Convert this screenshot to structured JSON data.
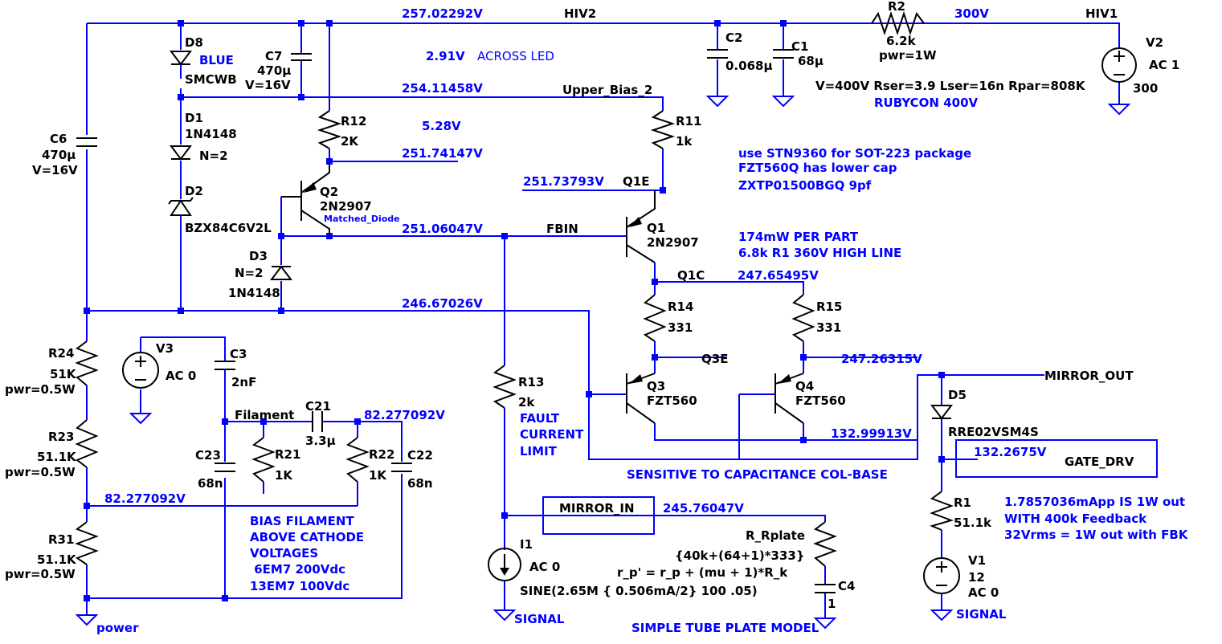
{
  "nodes": {
    "hiv2_v": "257.02292V",
    "hiv2": "HIV2",
    "v300": "300V",
    "hiv1": "HIV1",
    "across_v": "2.91V",
    "across": "ACROSS LED",
    "ub_v": "254.11458V",
    "ub": "Upper_Bias_2",
    "v528": "5.28V",
    "n251_74": "251.74147V",
    "q1e_v": "251.73793V",
    "q1e": "Q1E",
    "fbin_v": "251.06047V",
    "fbin": "FBIN",
    "q1c": "Q1C",
    "q1c_v": "247.65495V",
    "n246": "246.67026V",
    "q3e": "Q3E",
    "n247_26": "247.26315V",
    "mirror_out": "MIRROR_OUT",
    "n132_99": "132.99913V",
    "n132_26": "132.2675V",
    "gate_drv": "GATE_DRV",
    "filament": "Filament",
    "fil_v": "82.277092V",
    "mid_v": "82.277092V",
    "mirror_in": "MIRROR_IN",
    "n245": "245.76047V",
    "power": "power",
    "signal": "SIGNAL"
  },
  "components": {
    "d8": [
      "D8",
      "BLUE",
      "SMCWB"
    ],
    "d1": [
      "D1",
      "1N4148",
      "N=2"
    ],
    "d2": [
      "D2",
      "BZX84C6V2L"
    ],
    "d3": [
      "D3",
      "N=2",
      "1N4148"
    ],
    "d5": [
      "D5",
      "RRE02VSM4S"
    ],
    "c7": [
      "C7",
      "470µ",
      "V=16V"
    ],
    "c6": [
      "C6",
      "470µ",
      "V=16V"
    ],
    "c2": [
      "C2",
      "0.068µ"
    ],
    "c1": [
      "C1",
      "68µ"
    ],
    "r2": [
      "R2",
      "6.2k",
      "pwr=1W"
    ],
    "v2": [
      "V2",
      "AC 1",
      "300"
    ],
    "c1_model": "V=400V Rser=3.9 Lser=16n Rpar=808K",
    "c1_brand": "RUBYCON 400V",
    "r12": [
      "R12",
      "2K"
    ],
    "r11": [
      "R11",
      "1k"
    ],
    "q2": [
      "Q2",
      "2N2907",
      "Matched_Diode"
    ],
    "q1": [
      "Q1",
      "2N2907"
    ],
    "r14": [
      "R14",
      "331"
    ],
    "r15": [
      "R15",
      "331"
    ],
    "q3": [
      "Q3",
      "FZT560"
    ],
    "q4": [
      "Q4",
      "FZT560"
    ],
    "r13": [
      "R13",
      "2k"
    ],
    "i1": [
      "I1",
      "AC 0"
    ],
    "i1_sine": "SINE(2.65M { 0.506mA/2} 100 .05)",
    "v3": [
      "V3",
      "AC 0"
    ],
    "c3": [
      "C3",
      "2nF"
    ],
    "c21": [
      "C21",
      "3.3µ"
    ],
    "r21": [
      "R21",
      "1K"
    ],
    "r22": [
      "R22",
      "1K"
    ],
    "c23": [
      "C23",
      "68n"
    ],
    "c22": [
      "C22",
      "68n"
    ],
    "r24": [
      "R24",
      "51K",
      "pwr=0.5W"
    ],
    "r23": [
      "R23",
      "51.1K",
      "pwr=0.5W"
    ],
    "r31": [
      "R31",
      "51.1K",
      "pwr=0.5W"
    ],
    "r1": [
      "R1",
      "51.1k"
    ],
    "v1": [
      "V1",
      "12",
      "AC 0"
    ],
    "rplate": [
      "R_Rplate",
      "{40k+(64+1)*333}"
    ],
    "c4": [
      "C4",
      "1"
    ]
  },
  "notes": {
    "pkg": [
      "use STN9360 for SOT-223 package",
      "FZT560Q has lower cap",
      "ZXTP01500BGQ 9pf"
    ],
    "part": [
      "174mW PER PART",
      "6.8k R1  360V HIGH LINE"
    ],
    "fault": [
      "FAULT",
      "CURRENT",
      "LIMIT"
    ],
    "sensitive": "SENSITIVE TO CAPACITANCE  COL-BASE",
    "bias": [
      "BIAS FILAMENT",
      "ABOVE CATHODE",
      "VOLTAGES",
      " 6EM7 200Vdc",
      "13EM7 100Vdc"
    ],
    "rp_formula": "r_p' = r_p + (mu + 1)*R_k",
    "tube_model": "SIMPLE TUBE PLATE  MODEL",
    "out": [
      "1.7857036mApp IS 1W out",
      "WITH 400k Feedback",
      "32Vrms = 1W out with FBK"
    ]
  }
}
